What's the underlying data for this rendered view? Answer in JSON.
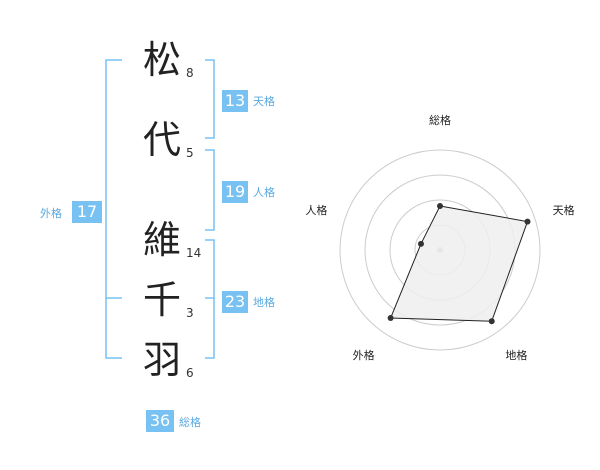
{
  "name": {
    "characters": [
      {
        "char": "松",
        "strokes": "8"
      },
      {
        "char": "代",
        "strokes": "5"
      },
      {
        "char": "維",
        "strokes": "14"
      },
      {
        "char": "千",
        "strokes": "3"
      },
      {
        "char": "羽",
        "strokes": "6"
      }
    ]
  },
  "fortunes": {
    "tenkaku": {
      "value": "13",
      "label": "天格"
    },
    "jinkaku": {
      "value": "19",
      "label": "人格"
    },
    "chikaku": {
      "value": "23",
      "label": "地格"
    },
    "gaikaku": {
      "value": "17",
      "label": "外格"
    },
    "soukaku": {
      "value": "36",
      "label": "総格"
    }
  },
  "colors": {
    "accent": "#77c2f2",
    "accent_text": "#5aa9e0",
    "radar_fill": "#eeeeee",
    "radar_grid": "#cccccc"
  },
  "chart_data": {
    "type": "radar",
    "categories": [
      "総格",
      "天格",
      "地格",
      "外格",
      "人格"
    ],
    "values": [
      2.2,
      4.6,
      4.4,
      4.2,
      1.0
    ],
    "rlim": [
      0,
      5
    ],
    "rings": 4
  }
}
